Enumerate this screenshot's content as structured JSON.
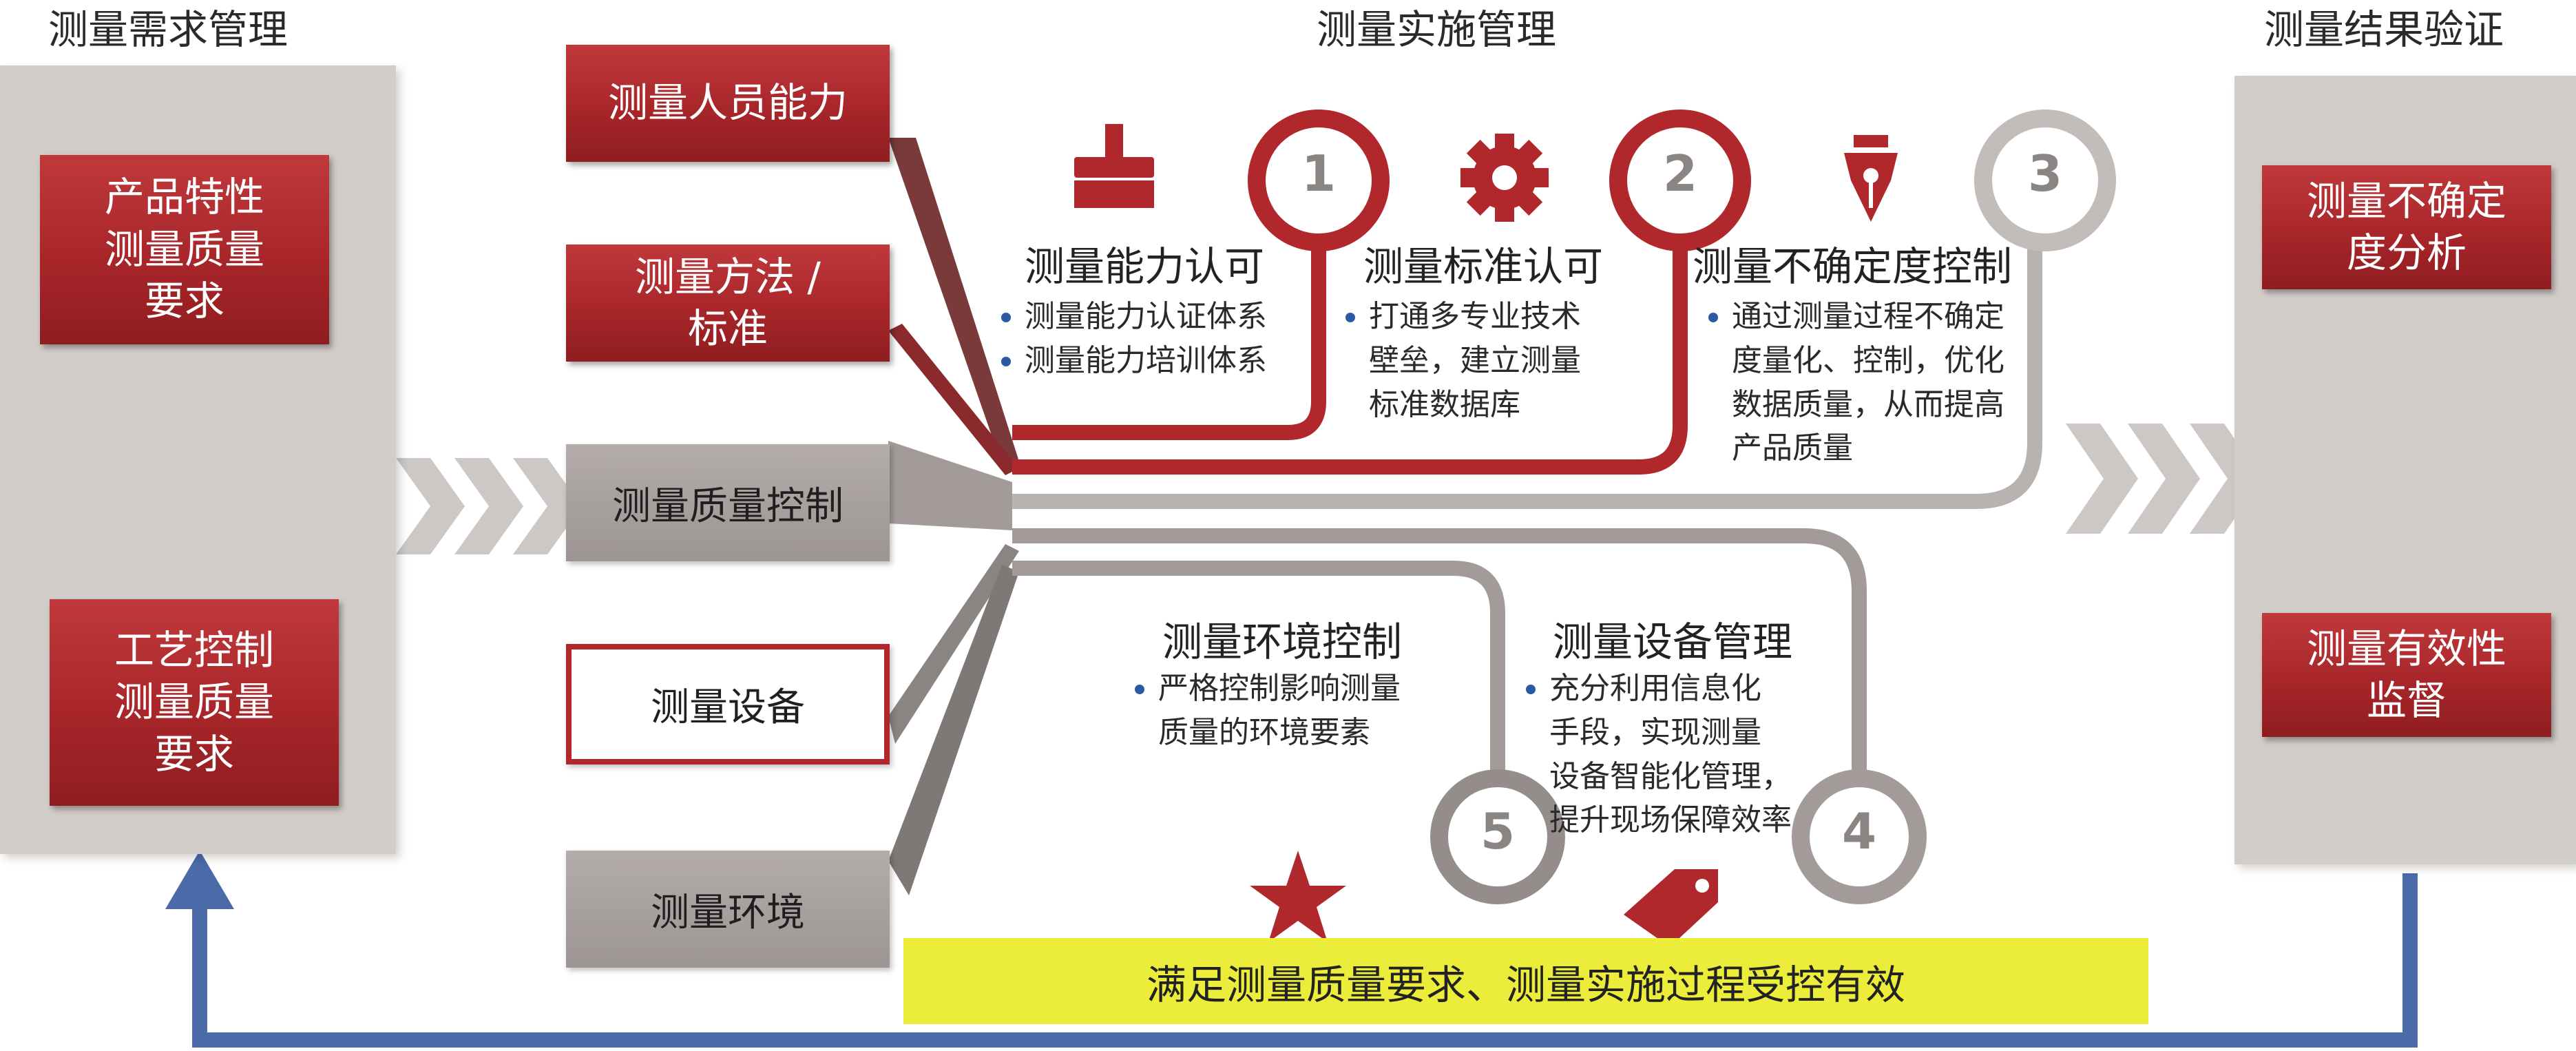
{
  "headers": {
    "left": "测量需求管理",
    "center": "测量实施管理",
    "right": "测量结果验证"
  },
  "left_panel": {
    "items": [
      "产品特性\n测量质量\n要求",
      "工艺控制\n测量质量\n要求"
    ]
  },
  "right_panel": {
    "items": [
      "测量不确定\n度分析",
      "测量有效性\n监督"
    ]
  },
  "inputs": {
    "personnel": "测量人员能力",
    "method": "测量方法 /\n标准",
    "quality_control": "测量质量控制",
    "equipment": "测量设备",
    "environment": "测量环境"
  },
  "steps": [
    {
      "number": "1",
      "title": "测量能力认可",
      "icon": "paintbrush-icon",
      "bullets": [
        "测量能力认证体系",
        "测量能力培训体系"
      ]
    },
    {
      "number": "2",
      "title": "测量标准认可",
      "icon": "gear-icon",
      "bullets": [
        "打通多专业技术\n壁垒，建立测量\n标准数据库"
      ]
    },
    {
      "number": "3",
      "title": "测量不确定度控制",
      "icon": "pen-nib-icon",
      "bullets": [
        "通过测量过程不确定\n度量化、控制，优化\n数据质量，从而提高\n产品质量"
      ]
    },
    {
      "number": "4",
      "title": "测量设备管理",
      "icon": "",
      "bullets": [
        "充分利用信息化\n手段，实现测量\n设备智能化管理，\n提升现场保障效率"
      ]
    },
    {
      "number": "5",
      "title": "测量环境控制",
      "icon": "",
      "bullets": [
        "严格控制影响测量\n质量的环境要素"
      ]
    }
  ],
  "goal": {
    "text": "满足测量质量要求、测量实施过程受控有效",
    "icons": [
      "star-icon",
      "tag-icon"
    ]
  },
  "colors": {
    "red": "#b0282c",
    "grey": "#a29b99",
    "panel": "#d3cdc9",
    "goal": "#ecec3a",
    "feedback_arrow": "#4a6aa8",
    "bullet": "#2c5aa0"
  }
}
